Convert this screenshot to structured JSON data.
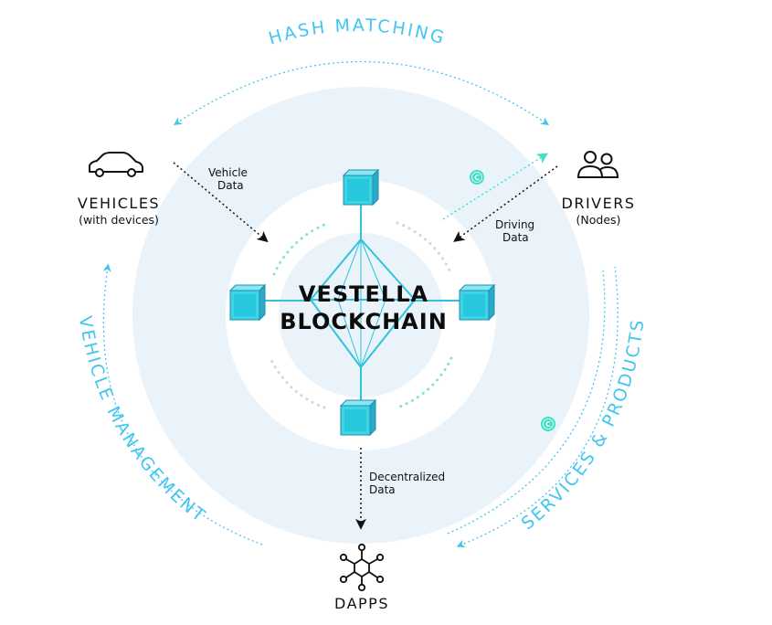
{
  "center": {
    "line1": "VESTELLA",
    "line2": "BLOCKCHAIN"
  },
  "arcs": {
    "top": "HASH MATCHING",
    "left": "VEHICLE MANAGEMENT",
    "right": "SERVICES & PRODUCTS"
  },
  "nodes": {
    "vehicles": {
      "title": "VEHICLES",
      "subtitle": "(with devices)",
      "icon": "car-icon"
    },
    "drivers": {
      "title": "DRIVERS",
      "subtitle": "(Nodes)",
      "icon": "people-icon"
    },
    "dapps": {
      "title": "DAPPS",
      "icon": "network-hub-icon"
    }
  },
  "flows": {
    "vehicle_data": [
      "Vehicle",
      "Data"
    ],
    "driving_data": [
      "Driving",
      "Data"
    ],
    "decentralized_data": [
      "Decentralized",
      "Data"
    ]
  },
  "coin": {
    "symbol": "C"
  },
  "colors": {
    "accent": "#41c6ef",
    "teal": "#3fe0c5",
    "disc": "#eaf3fa",
    "cube_front": "#3fd3e6",
    "cube_side": "#2aa9c9",
    "text": "#111111"
  }
}
